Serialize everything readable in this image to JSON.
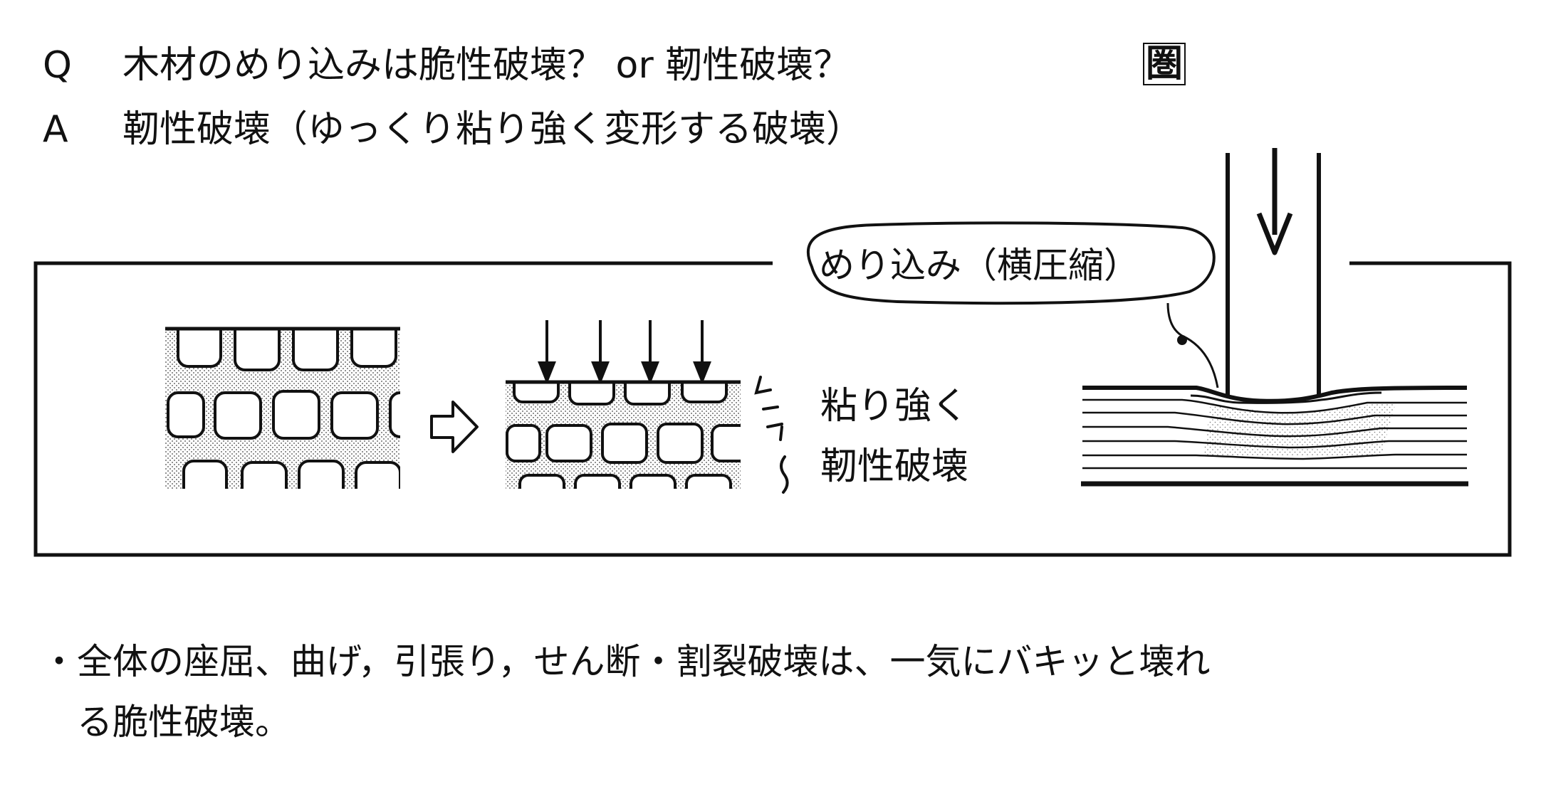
{
  "question": {
    "mark": "Q",
    "text": "木材のめり込みは脆性破壊？ or 靭性破壊？"
  },
  "answer": {
    "mark": "A",
    "text": "靭性破壊（ゆっくり粘り強く変形する破壊）"
  },
  "stamp": "圏",
  "callout": "めり込み（横圧縮）",
  "label": {
    "line1": "粘り強く",
    "line2": "靭性破壊"
  },
  "note": {
    "bullet": "・",
    "line1": "全体の座屈、曲げ，引張り，せん断・割裂破壊は、一気にバキッと壊れ",
    "line2": "る脆性破壊。"
  }
}
